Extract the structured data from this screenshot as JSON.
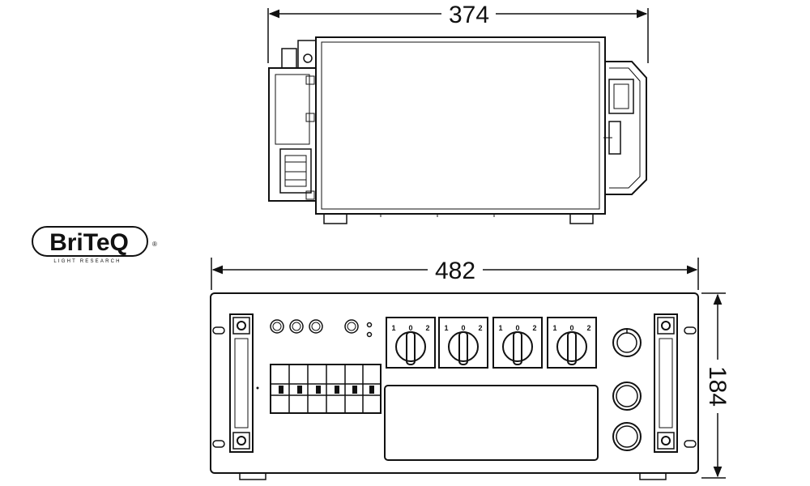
{
  "dimensions": {
    "top_width": "374",
    "front_width": "482",
    "front_height": "184"
  },
  "logo": {
    "name": "BriTeQ",
    "tagline": "LIGHT RESEARCH",
    "registered": "®"
  },
  "selector_switches": [
    {
      "pos1": "1",
      "pos0": "0",
      "pos2": "2"
    },
    {
      "pos1": "1",
      "pos0": "0",
      "pos2": "2"
    },
    {
      "pos1": "1",
      "pos0": "0",
      "pos2": "2"
    },
    {
      "pos1": "1",
      "pos0": "0",
      "pos2": "2"
    }
  ]
}
